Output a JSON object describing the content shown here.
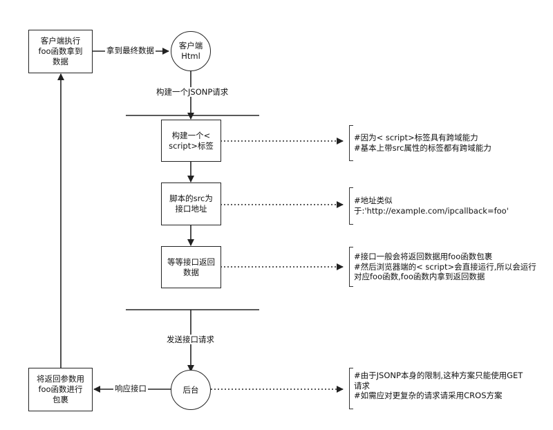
{
  "nodes": {
    "client_exec": "客户端执行\nfoo函数拿到\n数据",
    "client_html": "客户端\nHtml",
    "create_script": "构建一个<\nscript>标签",
    "script_src": "脚本的src为\n接口地址",
    "wait_return": "等等接口返回\n数据",
    "backend": "后台",
    "wrap_params": "将返回参数用\nfoo函数进行\n包裹"
  },
  "edge_labels": {
    "get_final_data": "拿到最终数据",
    "build_jsonp": "构建一个JSONP请求",
    "send_request": "发送接口请求",
    "respond": "响应接口"
  },
  "notes": {
    "note1": "#因为< script>标签具有跨域能力\n#基本上带src属性的标签都有跨域能力",
    "note2": "#地址类似\n于:'http://example.com/ipcallback=foo'",
    "note3": "#接口一般会将返回数据用foo函数包裹\n#然后浏览器端的< script>会直接运行,所以会运行\n对应foo函数,foo函数内拿到返回数据",
    "note4": "#由于JSONP本身的限制,这种方案只能使用GET\n请求\n#如需应对更复杂的请求请采用CROS方案"
  },
  "colors": {
    "stroke": "#222222",
    "background": "#ffffff"
  }
}
